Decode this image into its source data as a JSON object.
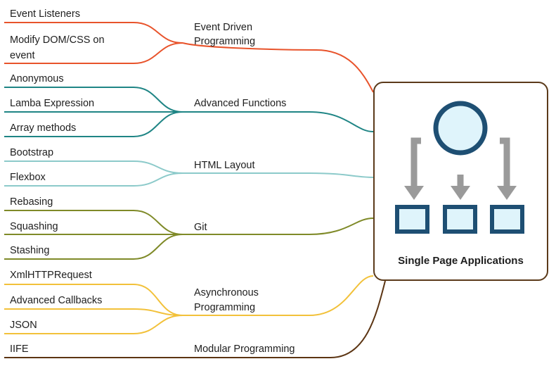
{
  "center": {
    "title": "Single Page Applications",
    "icon": "spa-hierarchy-icon",
    "border_color": "#5b3a1a"
  },
  "branches": [
    {
      "label_lines": [
        "Event Driven",
        "Programming"
      ],
      "color": "#e8532b",
      "leaves": [
        {
          "lines": [
            "Event Listeners"
          ]
        },
        {
          "lines": [
            "Modify DOM/CSS on",
            "event"
          ]
        }
      ]
    },
    {
      "label_lines": [
        "Advanced Functions"
      ],
      "color": "#1f8585",
      "leaves": [
        {
          "lines": [
            "Anonymous"
          ]
        },
        {
          "lines": [
            "Lamba Expression"
          ]
        },
        {
          "lines": [
            "Array methods"
          ]
        }
      ]
    },
    {
      "label_lines": [
        "HTML Layout"
      ],
      "color": "#8ccaca",
      "leaves": [
        {
          "lines": [
            "Bootstrap"
          ]
        },
        {
          "lines": [
            "Flexbox"
          ]
        }
      ]
    },
    {
      "label_lines": [
        "Git"
      ],
      "color": "#7f8a28",
      "leaves": [
        {
          "lines": [
            "Rebasing"
          ]
        },
        {
          "lines": [
            "Squashing"
          ]
        },
        {
          "lines": [
            "Stashing"
          ]
        }
      ]
    },
    {
      "label_lines": [
        "Asynchronous",
        "Programming"
      ],
      "color": "#f2c13a",
      "leaves": [
        {
          "lines": [
            "XmlHTTPRequest"
          ]
        },
        {
          "lines": [
            "Advanced Callbacks"
          ]
        },
        {
          "lines": [
            "JSON"
          ]
        }
      ]
    },
    {
      "label_lines": [
        "Modular Programming"
      ],
      "color": "#5c3513",
      "leaves": [
        {
          "lines": [
            "IIFE"
          ]
        }
      ]
    }
  ]
}
